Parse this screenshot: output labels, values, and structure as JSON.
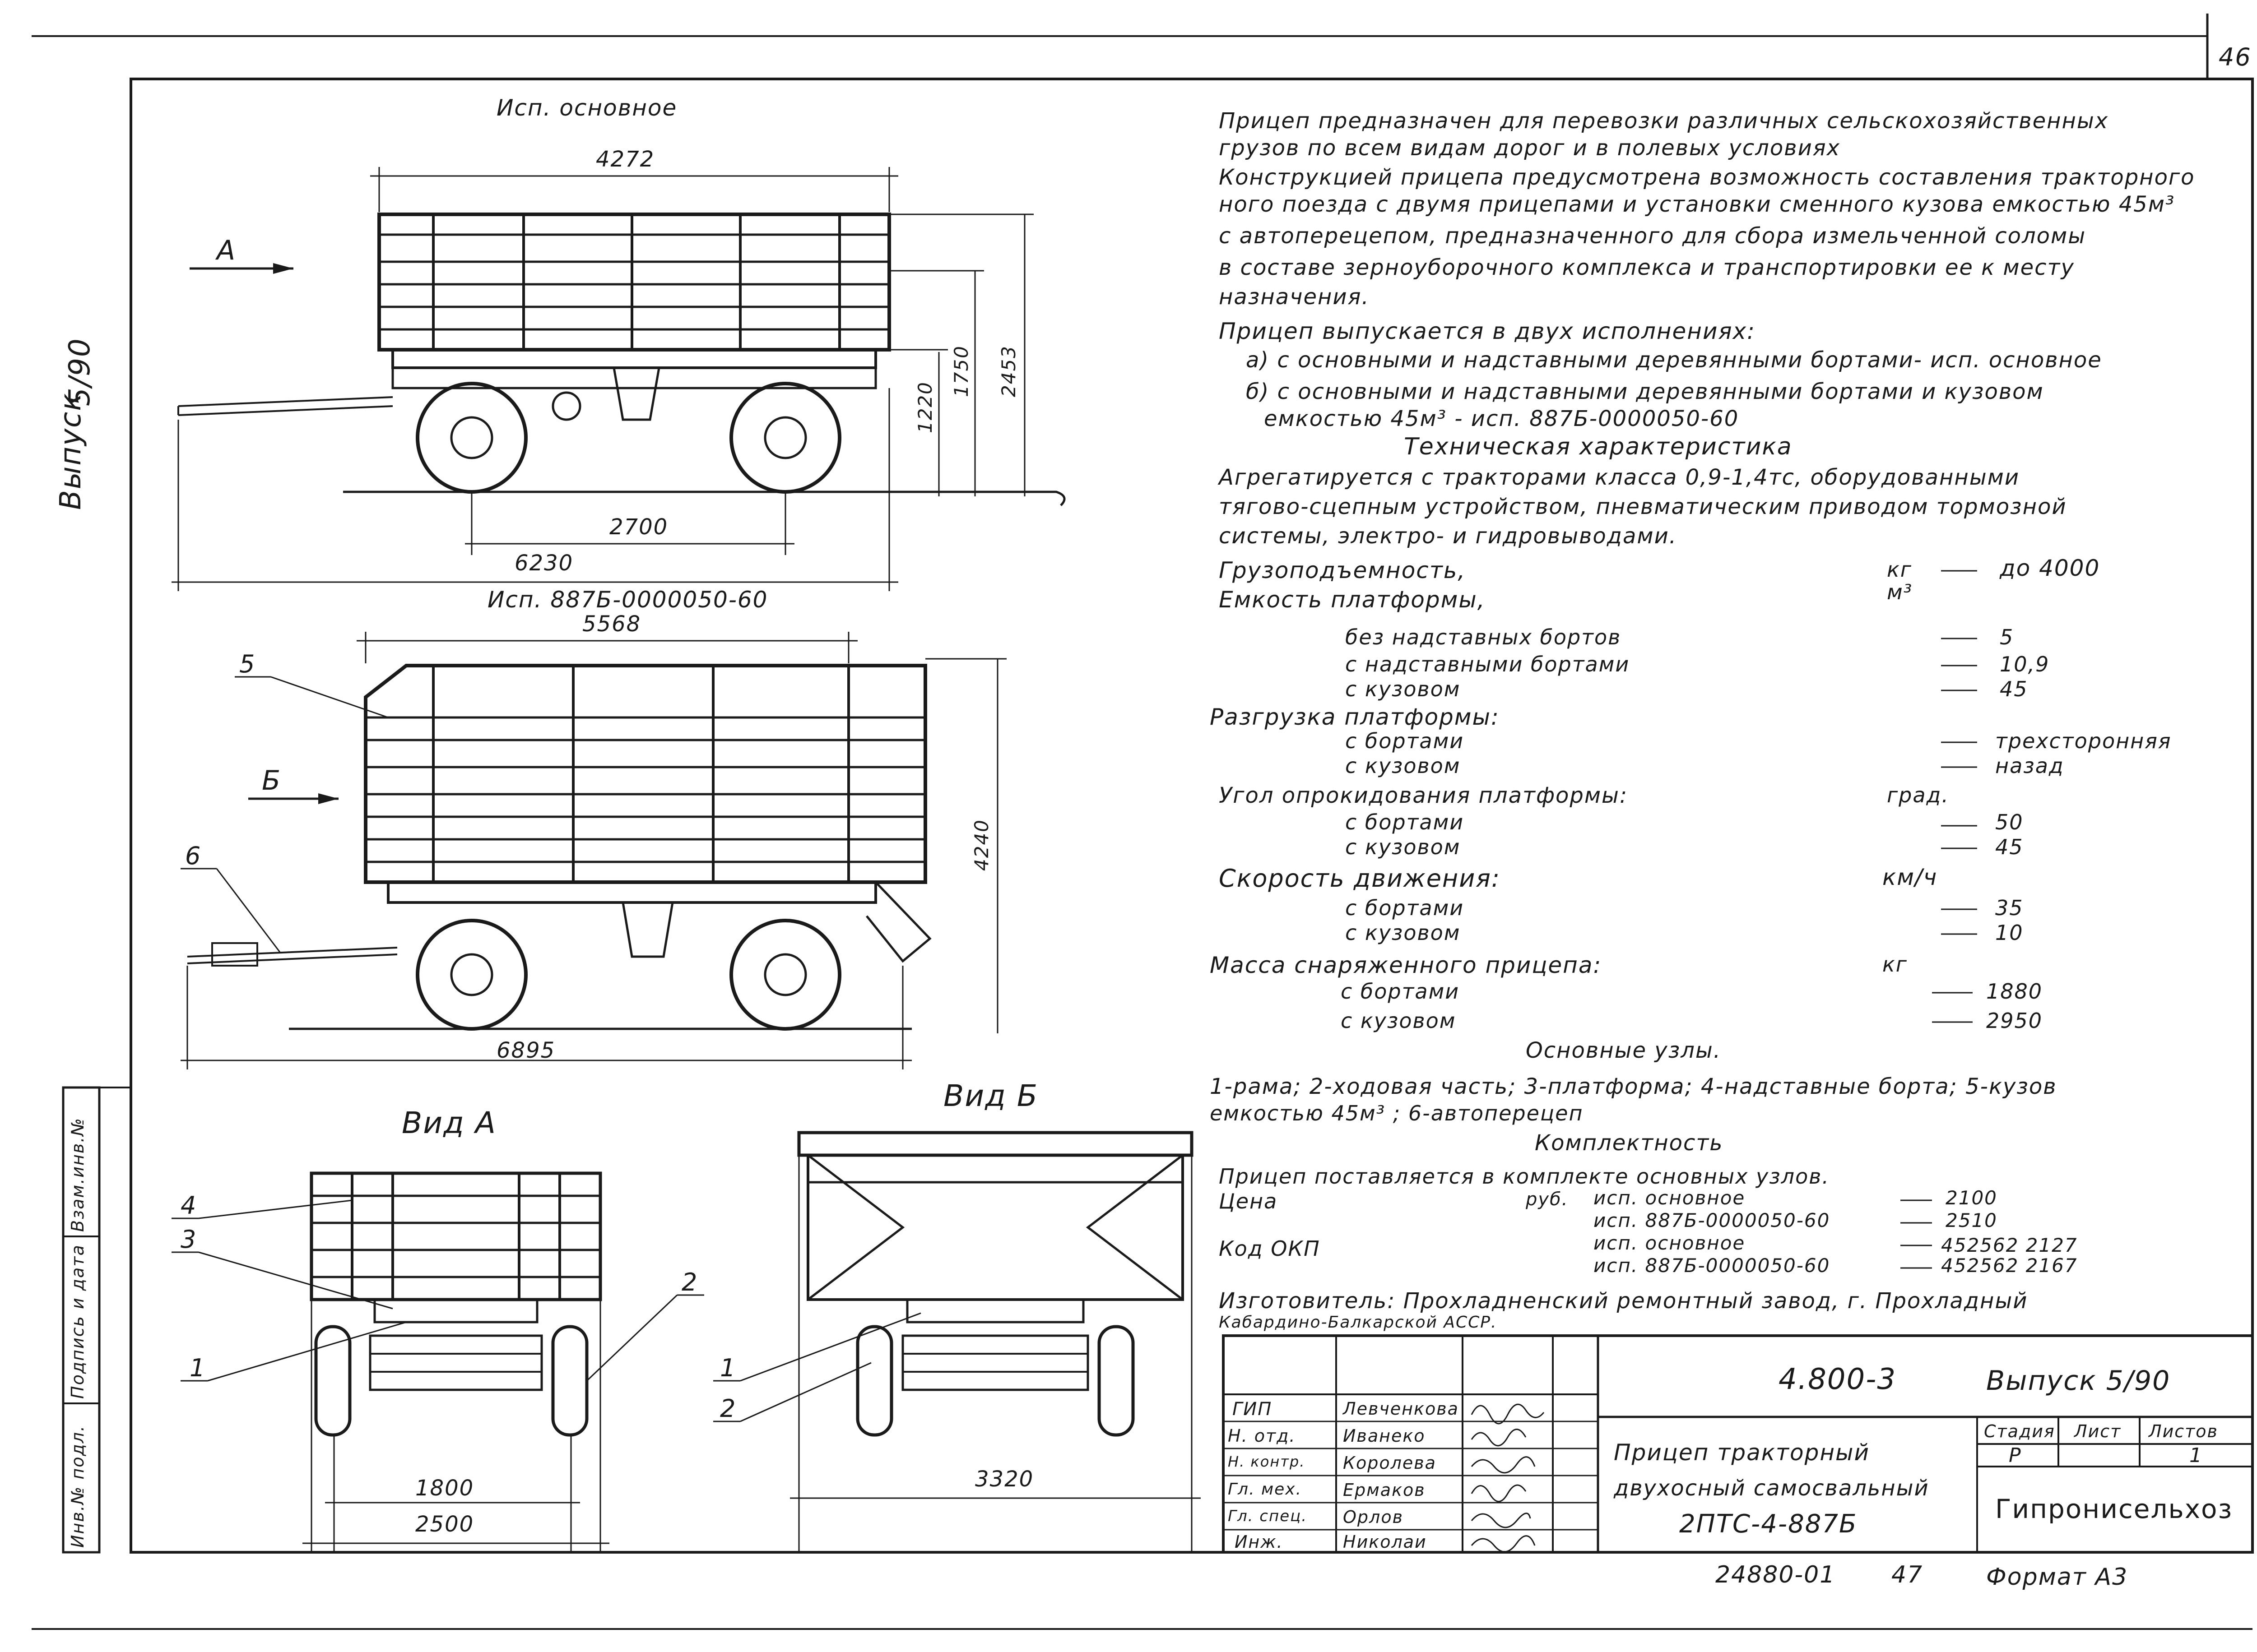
{
  "page_number": "46",
  "side": {
    "vypusk": "Выпуск",
    "vypusk_num": "5/90",
    "stamp_cells": [
      "Инв.№ подл.",
      "Подпись и дата",
      "Взам.инв.№"
    ]
  },
  "views": {
    "main_title": "Исп. основное",
    "main_dims": {
      "d4272": "4272",
      "d2700": "2700",
      "d6230": "6230",
      "d1220": "1220",
      "d1750": "1750",
      "d2453": "2453"
    },
    "arrow_a": "А",
    "second_title": "Исп. 887Б-0000050-60",
    "second_dims": {
      "d5568": "5568",
      "d6895": "6895",
      "d4240": "4240"
    },
    "arrow_b": "Б",
    "callouts": {
      "c5": "5",
      "c6": "6",
      "c4": "4",
      "c3": "3",
      "c1a": "1",
      "c2a": "2",
      "c1b": "1",
      "c2b": "2"
    },
    "view_a": "Вид А",
    "view_b": "Вид Б",
    "view_a_dims": {
      "d1800": "1800",
      "d2500": "2500"
    },
    "view_b_dims": {
      "d3320": "3320"
    }
  },
  "text": {
    "intro_lines": [
      "Прицеп предназначен для перевозки различных сельскохозяйственных",
      "грузов по всем видам дорог и в полевых условиях",
      "Конструкцией прицепа предусмотрена возможность составления тракторного",
      "ного поезда с двумя прицепами и установки сменного кузова емкостью 45м³",
      "с автоперецепом, предназначенного для сбора измельченной соломы",
      "в составе зерноуборочного комплекса и транспортировки ее к месту",
      "назначения."
    ],
    "variants_intro": "Прицеп выпускается в двух исполнениях:",
    "variant_a": "а) с основными и надставными деревянными бортами- исп. основное",
    "variant_b1": "б) с основными и надставными деревянными бортами и кузовом",
    "variant_b2": "емкостью 45м³ - исп. 887Б-0000050-60",
    "tech_title": "Техническая характеристика",
    "agg_lines": [
      "Агрегатируется с тракторами класса 0,9-1,4тс, оборудованными",
      "тягово-сцепным устройством, пневматическим приводом тормозной",
      "системы, электро- и гидровыводами."
    ]
  },
  "specs": [
    {
      "label": "Грузоподъемность,",
      "unit": "кг",
      "dash": "—",
      "value": "до 4000"
    },
    {
      "label": "Емкость платформы,",
      "unit": "м³",
      "dash": "",
      "value": ""
    },
    {
      "label": "без надставных бортов",
      "unit": "",
      "dash": "—",
      "value": "5"
    },
    {
      "label": "с надставными бортами",
      "unit": "",
      "dash": "—",
      "value": "10,9"
    },
    {
      "label": "с кузовом",
      "unit": "",
      "dash": "—",
      "value": "45"
    },
    {
      "label": "Разгрузка платформы:",
      "unit": "",
      "dash": "",
      "value": ""
    },
    {
      "label": "с бортами",
      "unit": "",
      "dash": "—",
      "value": "трехсторонняя"
    },
    {
      "label": "с кузовом",
      "unit": "",
      "dash": "—",
      "value": "назад"
    },
    {
      "label": "Угол опрокидования платформы:",
      "unit": "град.",
      "dash": "",
      "value": ""
    },
    {
      "label": "с бортами",
      "unit": "",
      "dash": "—",
      "value": "50"
    },
    {
      "label": "с кузовом",
      "unit": "",
      "dash": "—",
      "value": "45"
    },
    {
      "label": "Скорость движения:",
      "unit": "км/ч",
      "dash": "",
      "value": ""
    },
    {
      "label": "с бортами",
      "unit": "",
      "dash": "—",
      "value": "35"
    },
    {
      "label": "с кузовом",
      "unit": "",
      "dash": "—",
      "value": "10"
    },
    {
      "label": "Масса снаряженного прицепа:",
      "unit": "кг",
      "dash": "",
      "value": ""
    },
    {
      "label": "с бортами",
      "unit": "",
      "dash": "—",
      "value": "1880"
    },
    {
      "label": "с кузовом",
      "unit": "",
      "dash": "—",
      "value": "2950"
    }
  ],
  "nodes": {
    "title": "Основные узлы.",
    "line1": "1-рама; 2-ходовая часть; 3-платформа; 4-надставные борта; 5-кузов",
    "line2": "емкостью 45м³ ; 6-автоперецеп",
    "kompl": "Комплектность",
    "supply": "Прицеп поставляется в комплекте основных узлов."
  },
  "price": {
    "label": "Цена",
    "unit": "руб.",
    "rows": [
      {
        "isp": "исп. основное",
        "value": "2100"
      },
      {
        "isp": "исп. 887Б-0000050-60",
        "value": "2510"
      }
    ]
  },
  "okp": {
    "label": "Код ОКП",
    "rows": [
      {
        "isp": "исп. основное",
        "value": "452562 2127"
      },
      {
        "isp": "исп. 887Б-0000050-60",
        "value": "452562 2167"
      }
    ]
  },
  "maker": {
    "line1": "Изготовитель: Прохладненский ремонтный завод, г. Прохладный",
    "line2": "Кабардино-Балкарской АССР."
  },
  "title_block": {
    "code": "4.800-3",
    "vypusk": "Выпуск 5/90",
    "roles": [
      {
        "role": "ГИП",
        "name": "Левченкова"
      },
      {
        "role": "Н. отд.",
        "name": "Иванеко"
      },
      {
        "role": "Н. контр.",
        "name": "Королева"
      },
      {
        "role": "Гл. мех.",
        "name": "Ермаков"
      },
      {
        "role": "Гл. спец.",
        "name": "Орлов"
      },
      {
        "role": "Инж.",
        "name": "Николаи"
      }
    ],
    "name1": "Прицеп тракторный",
    "name2": "двухосный самосвальный",
    "name3": "2ПТС-4-887Б",
    "stage_h": "Стадия",
    "sheet_h": "Лист",
    "sheets_h": "Листов",
    "stage": "Р",
    "sheets": "1",
    "org": "Гипронисельхоз"
  },
  "footer": {
    "num": "24880-01",
    "page": "47",
    "format": "Формат А3"
  }
}
